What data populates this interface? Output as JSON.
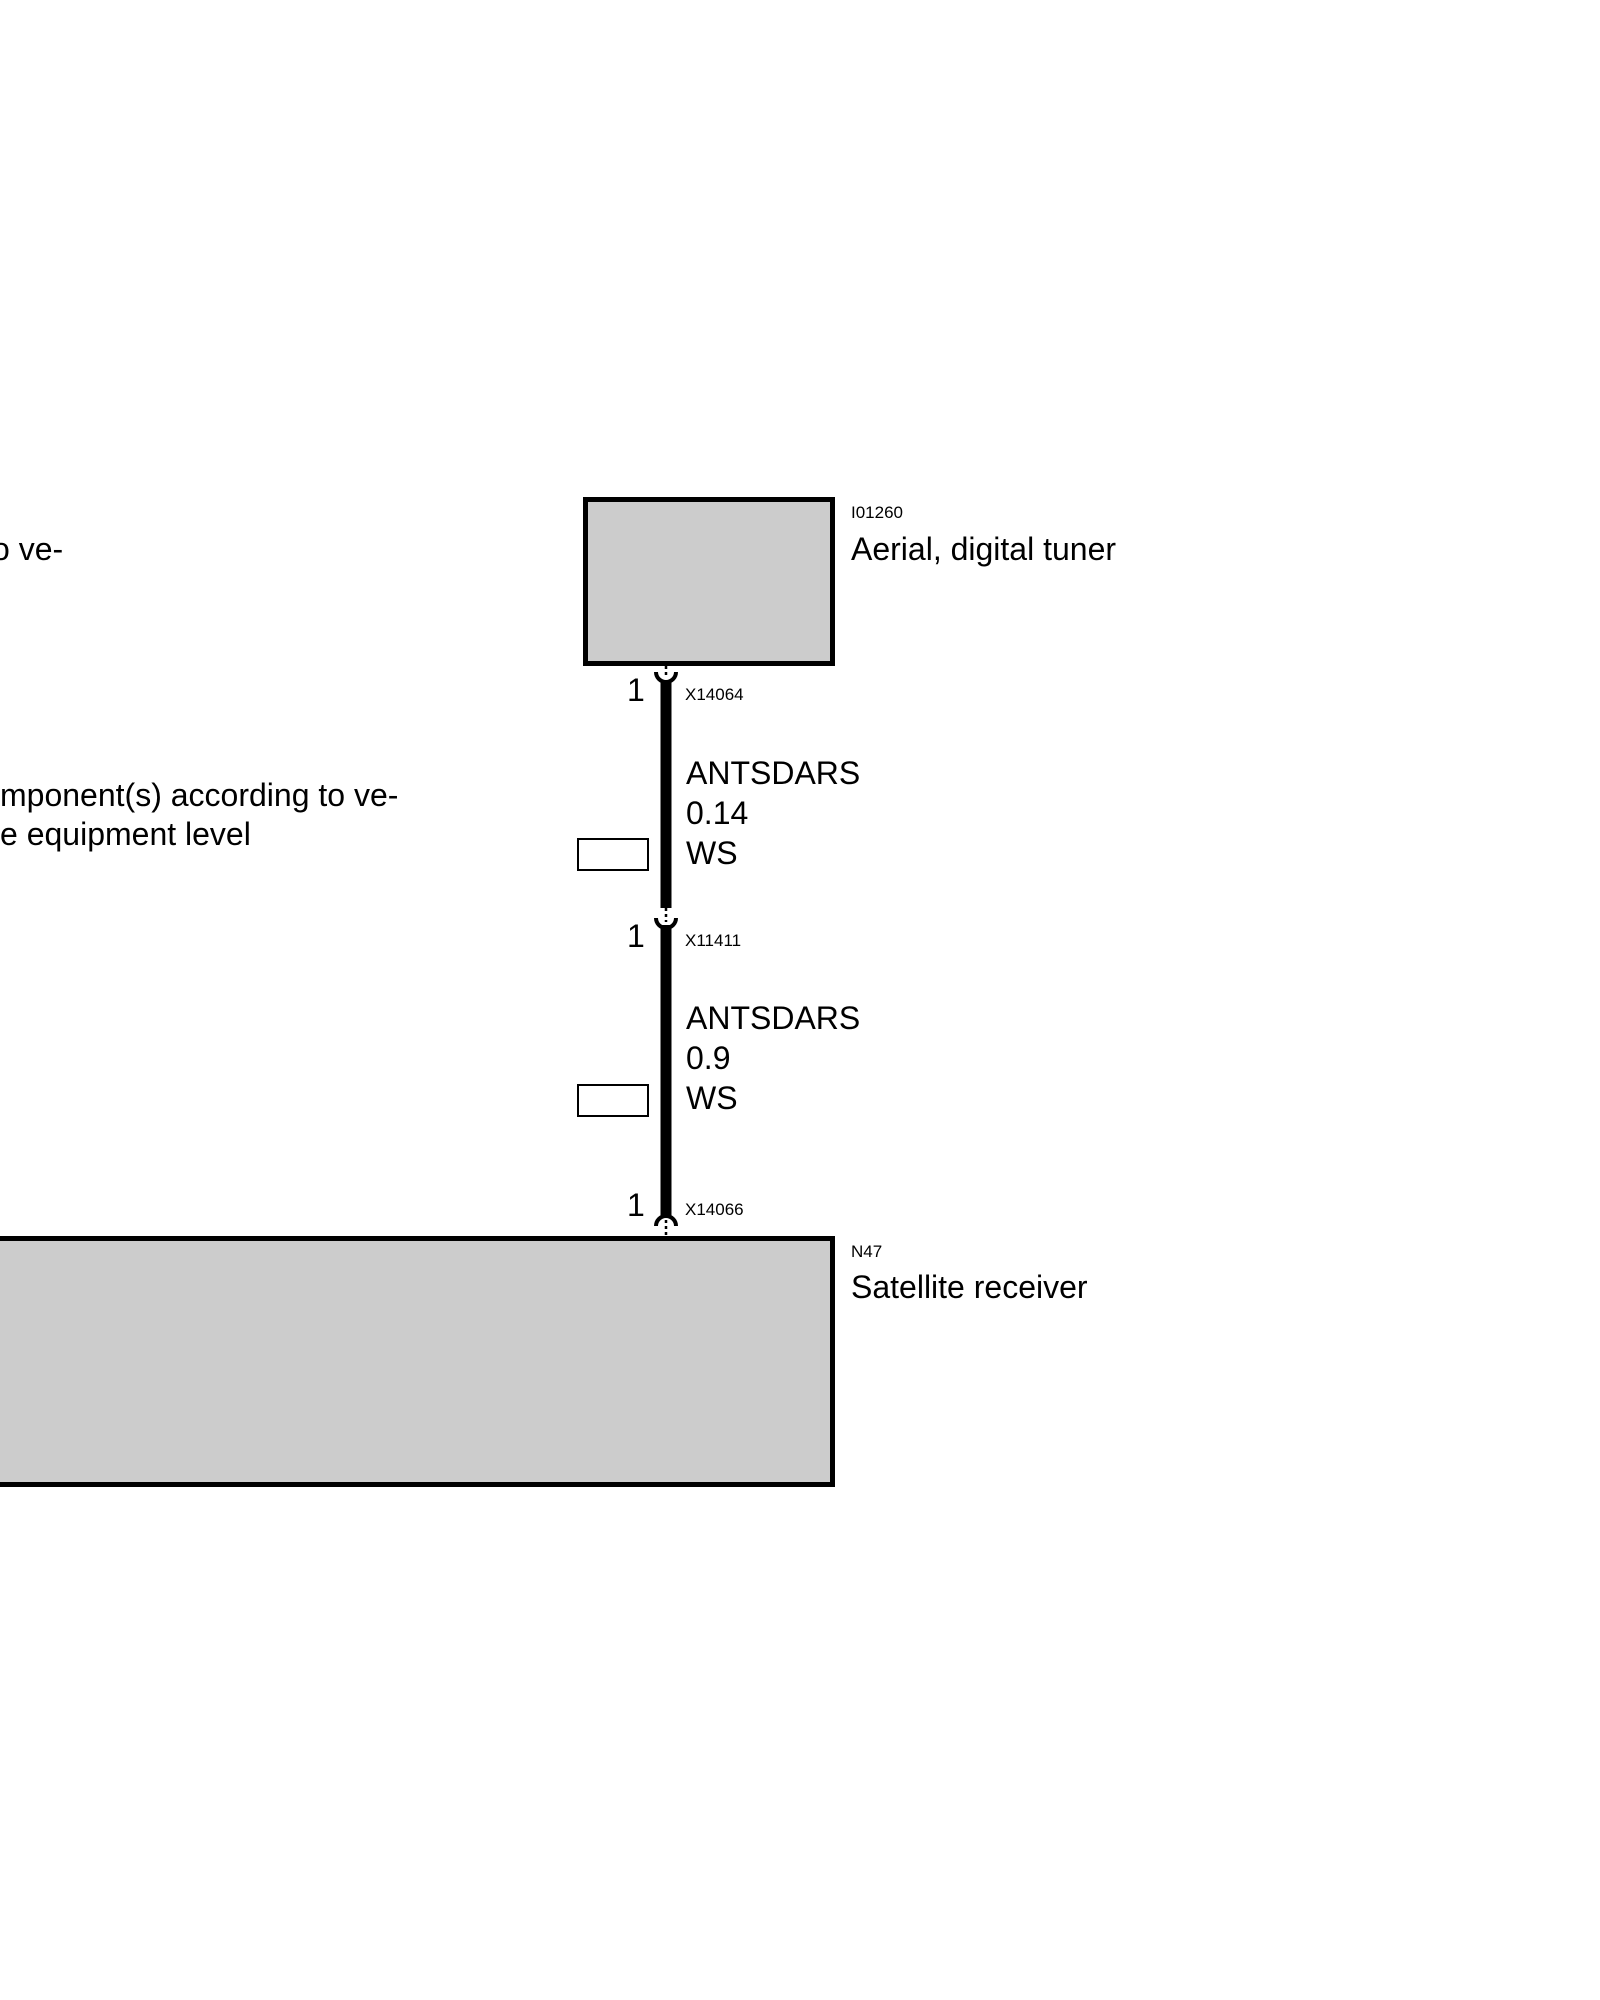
{
  "notes": {
    "note1_line1": "o ve-",
    "note2_line1": "mponent(s) according to ve-",
    "note2_line2": "e equipment level"
  },
  "components": {
    "aerial": {
      "code": "I01260",
      "name": "Aerial, digital tuner"
    },
    "receiver": {
      "code": "N47",
      "name": "Satellite receiver"
    }
  },
  "connectors": [
    {
      "id": "X14064",
      "pin": "1"
    },
    {
      "id": "X11411",
      "pin": "1"
    },
    {
      "id": "X14066",
      "pin": "1"
    }
  ],
  "wires": [
    {
      "signal": "ANTSDARS",
      "cross_section": "0.14",
      "color": "WS"
    },
    {
      "signal": "ANTSDARS",
      "cross_section": "0.9",
      "color": "WS"
    }
  ],
  "colors": {
    "component_fill": "#cccccc",
    "line": "#000000",
    "background": "#ffffff"
  }
}
